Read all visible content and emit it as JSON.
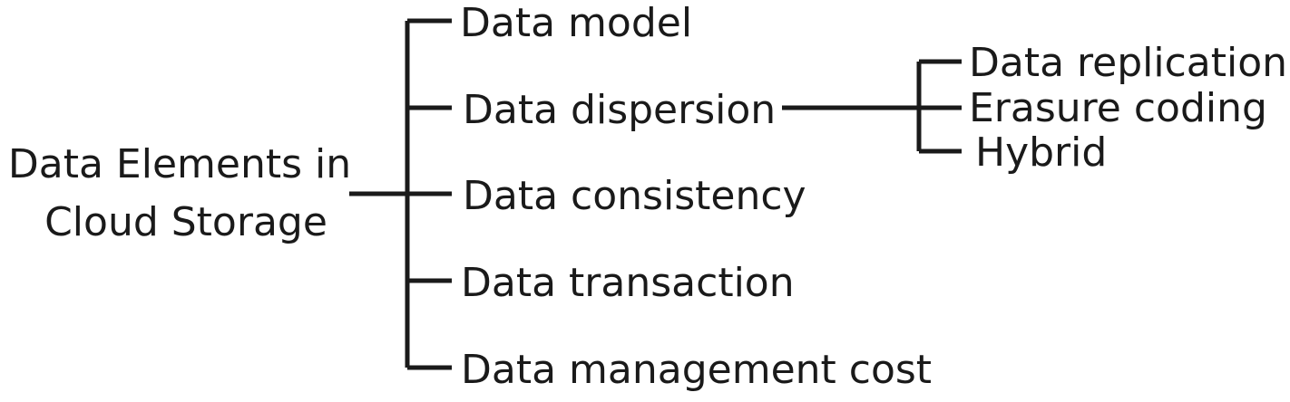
{
  "diagram": {
    "root": {
      "lines": [
        "Data Elements in",
        "Cloud Storage"
      ]
    },
    "branches": [
      {
        "label": "Data model"
      },
      {
        "label": "Data dispersion"
      },
      {
        "label": "Data consistency"
      },
      {
        "label": "Data transaction"
      },
      {
        "label": "Data management cost"
      }
    ],
    "sub_branches": [
      {
        "label": "Data replication"
      },
      {
        "label": "Erasure coding"
      },
      {
        "label": "Hybrid"
      }
    ],
    "colors": {
      "line": "#1a1a1a",
      "text": "#1a1a1a",
      "background": "#ffffff"
    }
  }
}
